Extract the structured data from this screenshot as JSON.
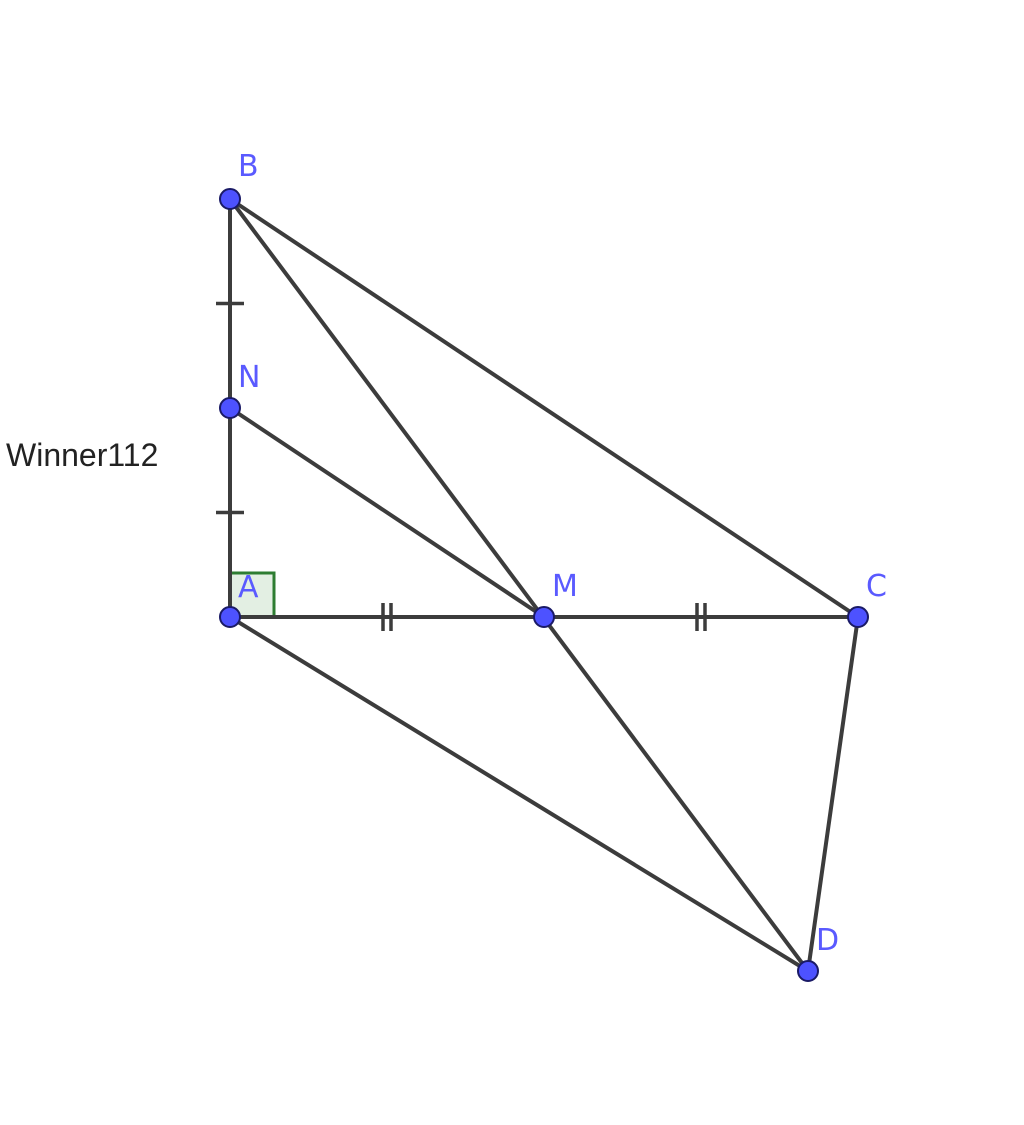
{
  "watermark": "Winner112",
  "points": [
    {
      "id": "A",
      "label": "A"
    },
    {
      "id": "B",
      "label": "B"
    },
    {
      "id": "C",
      "label": "C"
    },
    {
      "id": "D",
      "label": "D"
    },
    {
      "id": "M",
      "label": "M"
    },
    {
      "id": "N",
      "label": "N"
    }
  ],
  "segments": [
    [
      "A",
      "B"
    ],
    [
      "B",
      "C"
    ],
    [
      "B",
      "D"
    ],
    [
      "N",
      "M"
    ],
    [
      "A",
      "C"
    ],
    [
      "A",
      "D"
    ],
    [
      "C",
      "D"
    ]
  ],
  "equal_marks": {
    "single_tick_segments": [
      [
        "B",
        "N"
      ],
      [
        "N",
        "A"
      ]
    ],
    "double_tick_segments": [
      [
        "A",
        "M"
      ],
      [
        "M",
        "C"
      ]
    ]
  },
  "right_angle_at": "A",
  "colors": {
    "point_fill": "#4d52ff",
    "point_label": "#5a5aff",
    "segment": "#3c3c3c",
    "right_angle_stroke": "#2e7d32",
    "right_angle_fill": "#e3efe3"
  }
}
